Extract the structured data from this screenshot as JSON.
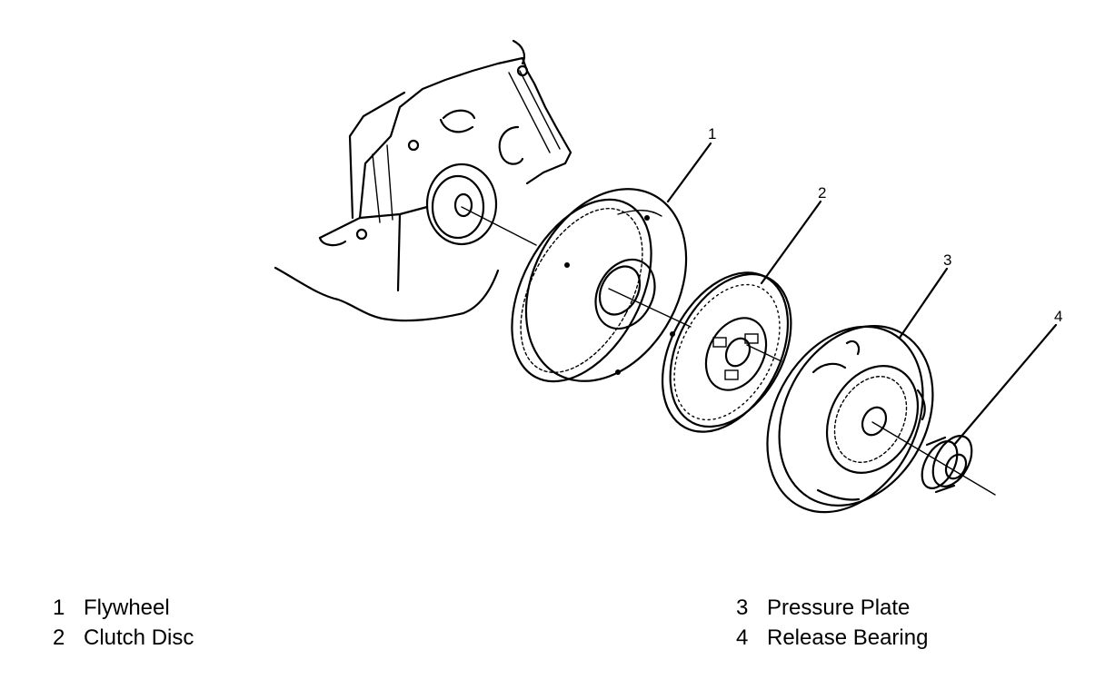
{
  "callouts": {
    "c1": "1",
    "c2": "2",
    "c3": "3",
    "c4": "4"
  },
  "legend": {
    "left": [
      {
        "num": "1",
        "label": "Flywheel"
      },
      {
        "num": "2",
        "label": "Clutch Disc"
      }
    ],
    "right": [
      {
        "num": "3",
        "label": "Pressure Plate"
      },
      {
        "num": "4",
        "label": "Release Bearing"
      }
    ]
  }
}
